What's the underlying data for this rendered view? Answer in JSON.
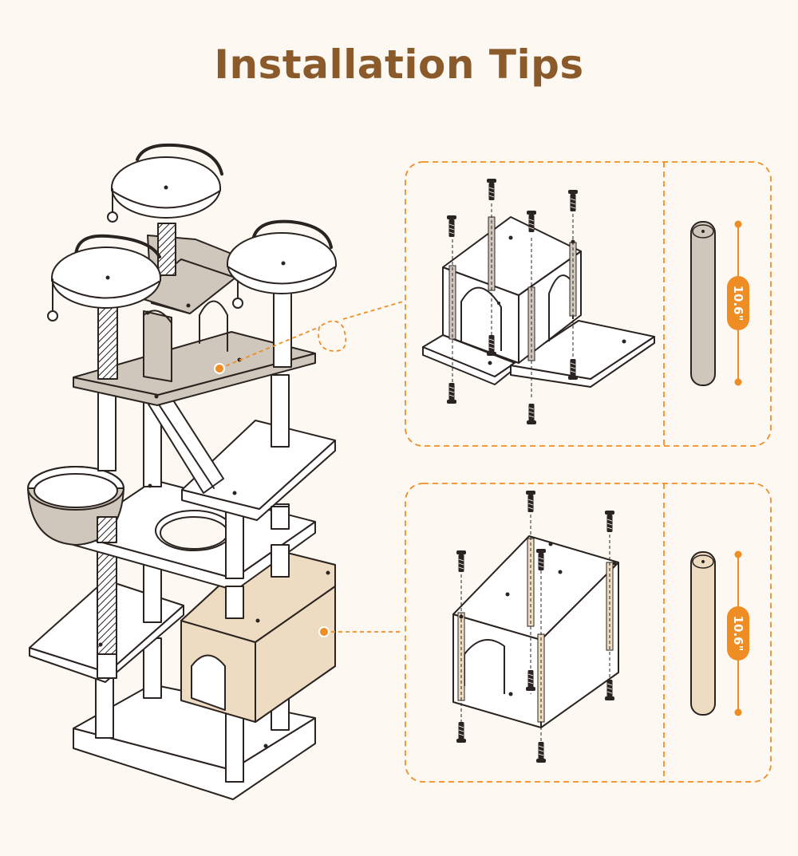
{
  "title": "Installation Tips",
  "panels": [
    {
      "name": "upper-condo",
      "post_height_label": "10.6\"",
      "post_color": "#cfc6bc"
    },
    {
      "name": "lower-condo",
      "post_height_label": "10.6\"",
      "post_color": "#eedcc2"
    }
  ],
  "colors": {
    "accent": "#ef8d25",
    "title": "#8b5a2b",
    "background": "#fdf9f2",
    "line": "#2b2320",
    "gray_panel": "#cfc6bc",
    "beige_panel": "#eedcc2"
  }
}
